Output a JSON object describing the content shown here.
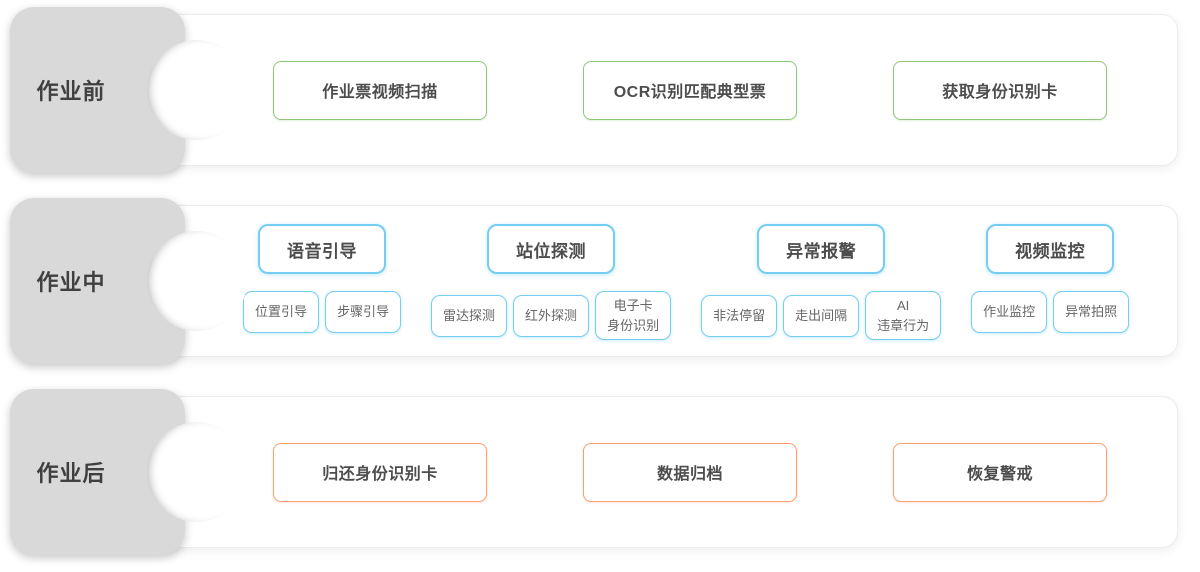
{
  "colors": {
    "green": "#8fc778",
    "blue": "#76cdf3",
    "orange": "#f8a06e",
    "tab-gray": "#d9d9d9",
    "panel-border": "#ececec",
    "heading-text": "#404040",
    "box-text": "#4d4d4d",
    "sub-text": "#666666"
  },
  "sections": [
    {
      "label": "作业前",
      "boxes": [
        "作业票视频扫描",
        "OCR识别匹配典型票",
        "获取身份识别卡"
      ]
    },
    {
      "label": "作业中",
      "groups": [
        {
          "header": "语音引导",
          "subs": [
            [
              "位置引导"
            ],
            [
              "步骤引导"
            ]
          ]
        },
        {
          "header": "站位探测",
          "subs": [
            [
              "雷达探测"
            ],
            [
              "红外探测"
            ],
            [
              "电子卡",
              "身份识别"
            ]
          ]
        },
        {
          "header": "异常报警",
          "subs": [
            [
              "非法停留"
            ],
            [
              "走出间隔"
            ],
            [
              "AI",
              "违章行为"
            ]
          ]
        },
        {
          "header": "视频监控",
          "subs": [
            [
              "作业监控"
            ],
            [
              "异常拍照"
            ]
          ]
        }
      ]
    },
    {
      "label": "作业后",
      "boxes": [
        "归还身份识别卡",
        "数据归档",
        "恢复警戒"
      ]
    }
  ]
}
